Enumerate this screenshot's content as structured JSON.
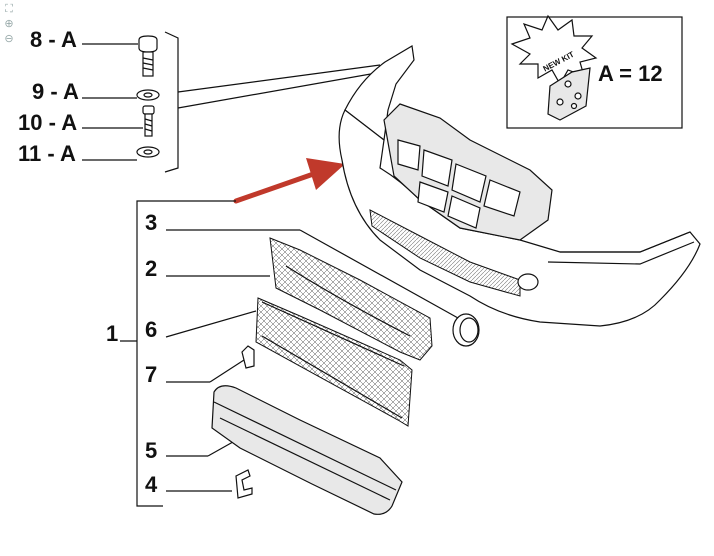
{
  "tools": [
    {
      "name": "fit-icon",
      "glyph": "⛶"
    },
    {
      "name": "zoom-in-icon",
      "glyph": "⊕"
    },
    {
      "name": "zoom-out-icon",
      "glyph": "⊖"
    }
  ],
  "labels": {
    "p8": "8 - A",
    "p9": "9 - A",
    "p10": "10 - A",
    "p11": "11 - A",
    "p1": "1",
    "p2": "2",
    "p3": "3",
    "p4": "4",
    "p5": "5",
    "p6": "6",
    "p7": "7"
  },
  "kit": {
    "badge": "NEW KIT",
    "note": "A = 12"
  },
  "colors": {
    "arrow": "#c0392b",
    "line": "#111111"
  }
}
